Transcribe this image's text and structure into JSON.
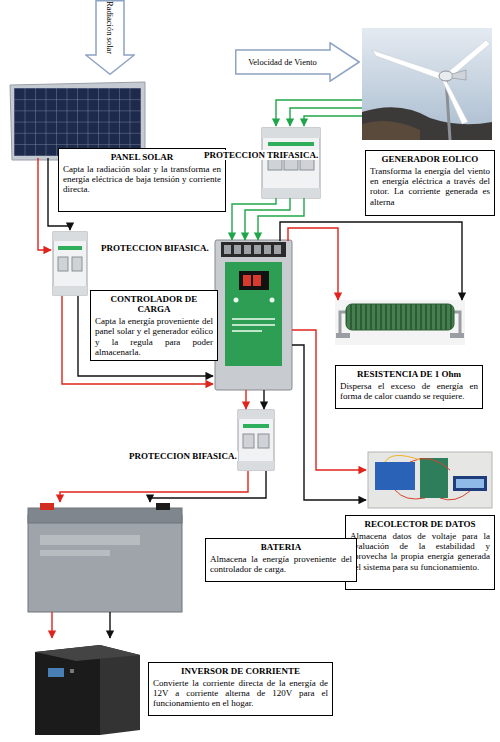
{
  "diagram": {
    "nodes": [
      {
        "text": [
          "Radiación solar"
        ]
      },
      {
        "text": [
          "Velocidad de Viento"
        ]
      },
      {
        "text": [
          "PANEL SOLAR",
          "Capta la radiación solar y la transforma en energía eléctrica de baja tensión y corriente directa."
        ]
      },
      {
        "text": [
          "GENERADOR EOLICO",
          "Transforma la energía del viento en energía eléctrica a través del rotor. La corriente generada es alterna"
        ]
      },
      {
        "text": [
          "CONTROLADOR DE CARGA",
          "Capta la energía proveniente del panel solar y el generador eólico y la regula para poder almacenarla."
        ]
      },
      {
        "text": [
          "RESISTENCIA DE 1 Ohm",
          "Dispersa el exceso de energía en forma de calor cuando se requiere."
        ]
      },
      {
        "text": [
          "RECOLECTOR DE DATOS",
          "Almacena datos de voltaje para la evaluación de la estabilidad y aprovecha la propia energía generada del sistema para su funcionamiento."
        ]
      },
      {
        "text": [
          "BATERIA",
          "Almacena la energía proveniente del controlador de carga."
        ]
      },
      {
        "text": [
          "INVERSOR DE CORRIENTE",
          "Convierte la corriente directa de la energía de 12V a corriente alterna de 120V para el funcionamiento en el hogar."
        ]
      }
    ],
    "labels": [
      "PROTECCION TRIFASICA.",
      "PROTECCION BIFASICA.",
      "PROTECCION BIFASICA."
    ]
  }
}
